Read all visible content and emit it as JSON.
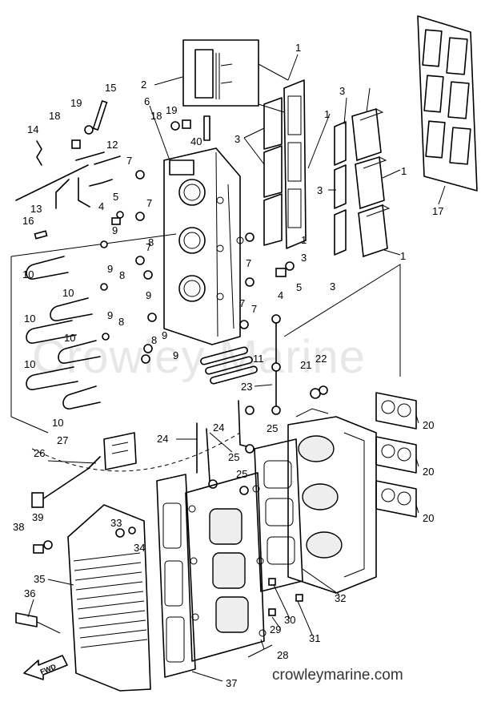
{
  "watermark": "Crowley Marine",
  "site_url": "crowleymarine.com",
  "fwd_label": "FWD",
  "callouts": [
    "1",
    "2",
    "3",
    "4",
    "5",
    "6",
    "7",
    "8",
    "9",
    "10",
    "11",
    "12",
    "13",
    "14",
    "15",
    "16",
    "17",
    "18",
    "19",
    "20",
    "21",
    "22",
    "23",
    "24",
    "25",
    "26",
    "27",
    "28",
    "29",
    "30",
    "31",
    "32",
    "33",
    "34",
    "35",
    "36",
    "37",
    "38",
    "39",
    "40"
  ]
}
